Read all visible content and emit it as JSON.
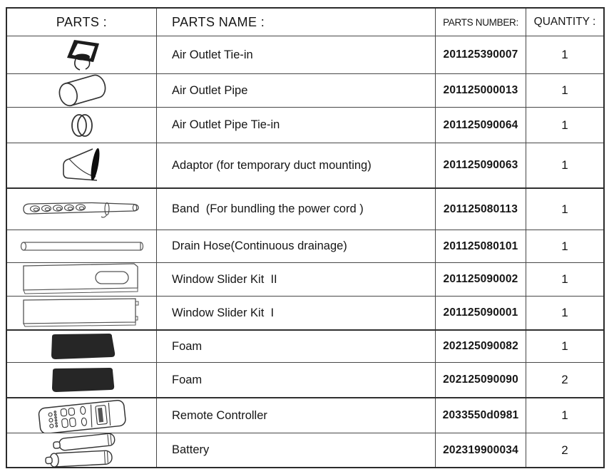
{
  "table": {
    "headers": {
      "parts": "PARTS :",
      "name": "PARTS NAME :",
      "number": "PARTS NUMBER:",
      "quantity": "QUANTITY :"
    },
    "rows": [
      {
        "icon": "air-outlet-tie-in-icon",
        "name": "Air Outlet Tie-in",
        "number": "201125390007",
        "quantity": "1"
      },
      {
        "icon": "air-outlet-pipe-icon",
        "name": "Air Outlet Pipe",
        "number": "201125000013",
        "quantity": "1"
      },
      {
        "icon": "air-outlet-pipe-tie-in-icon",
        "name": "Air Outlet Pipe Tie-in",
        "number": "201125090064",
        "quantity": "1"
      },
      {
        "icon": "adaptor-icon",
        "name": "Adaptor (for temporary duct mounting)",
        "number": "201125090063",
        "quantity": "1"
      },
      {
        "icon": "band-icon",
        "name": "Band  (For bundling the power cord )",
        "number": "201125080113",
        "quantity": "1"
      },
      {
        "icon": "drain-hose-icon",
        "name": "Drain Hose(Continuous drainage)",
        "number": "201125080101",
        "quantity": "1"
      },
      {
        "icon": "window-slider-kit-2-icon",
        "name": "Window Slider Kit  II",
        "number": "201125090002",
        "quantity": "1"
      },
      {
        "icon": "window-slider-kit-1-icon",
        "name": "Window Slider Kit  I",
        "number": "201125090001",
        "quantity": "1"
      },
      {
        "icon": "foam-icon",
        "name": "Foam",
        "number": "202125090082",
        "quantity": "1"
      },
      {
        "icon": "foam-icon",
        "name": "Foam",
        "number": "202125090090",
        "quantity": "2"
      },
      {
        "icon": "remote-controller-icon",
        "name": "Remote Controller",
        "number": "2033550d0981",
        "quantity": "1"
      },
      {
        "icon": "battery-icon",
        "name": "Battery",
        "number": "202319900034",
        "quantity": "2"
      }
    ]
  },
  "colors": {
    "border_outer": "#2b2b2b",
    "border_inner": "#474747",
    "text": "#161616",
    "icon_line": "#333333",
    "icon_fill_dark": "#1c1c1c",
    "background": "#ffffff"
  }
}
